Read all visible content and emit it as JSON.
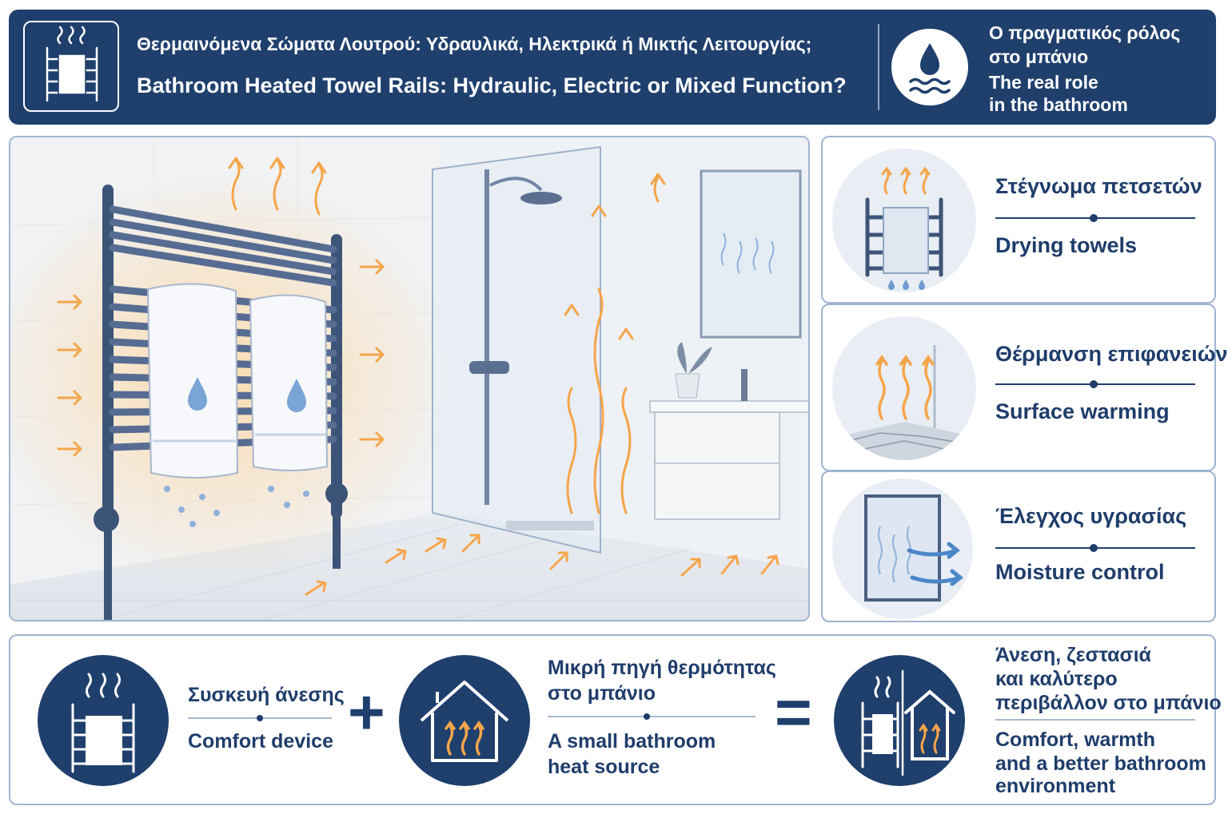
{
  "header": {
    "title_el": "Θερμαινόμενα Σώματα Λουτρού: Υδραυλικά, Ηλεκτρικά ή Μικτής Λειτουργίας;",
    "title_en": "Bathroom Heated Towel Rails: Hydraulic, Electric or Mixed Function?",
    "role_el_line1": "Ο πραγματικός ρόλος",
    "role_el_line2": "στο μπάνιο",
    "role_en_line1": "The real role",
    "role_en_line2": "in the bathroom",
    "left_icon": "towel-rail-heat-icon",
    "right_icon": "water-drop-waves-icon"
  },
  "functions": [
    {
      "label_el": "Στέγνωμα πετσετών",
      "label_en": "Drying towels",
      "icon": "towel-rail-drying-icon"
    },
    {
      "label_el": "Θέρμανση επιφανειών",
      "label_en": "Surface warming",
      "icon": "surface-heat-icon"
    },
    {
      "label_el": "Έλεγχος υγρασίας",
      "label_en": "Moisture control",
      "icon": "mirror-moisture-icon"
    }
  ],
  "equation": {
    "term1": {
      "label_el": "Συσκευή άνεσης",
      "label_en": "Comfort device",
      "icon": "towel-rail-icon"
    },
    "operator_plus": "+",
    "term2": {
      "label_el_line1": "Μικρή πηγή θερμότητας",
      "label_el_line2": "στο μπάνιο",
      "label_en_line1": "A small bathroom",
      "label_en_line2": "heat source",
      "icon": "house-heat-icon"
    },
    "operator_equals": "=",
    "result": {
      "label_el_line1": "Άνεση, ζεστασιά",
      "label_el_line2": "και καλύτερο",
      "label_el_line3": "περιβάλλον στο μπάνιο",
      "label_en_line1": "Comfort, warmth",
      "label_en_line2": "and a better bathroom",
      "label_en_line3": "environment",
      "icon": "rail-and-house-icon"
    }
  },
  "colors": {
    "navy": "#1f3f6d",
    "text_navy": "#1f3d6b",
    "heat_orange": "#f5a54a",
    "water_blue": "#5e8fc9",
    "card_border": "#9fb4d0"
  }
}
